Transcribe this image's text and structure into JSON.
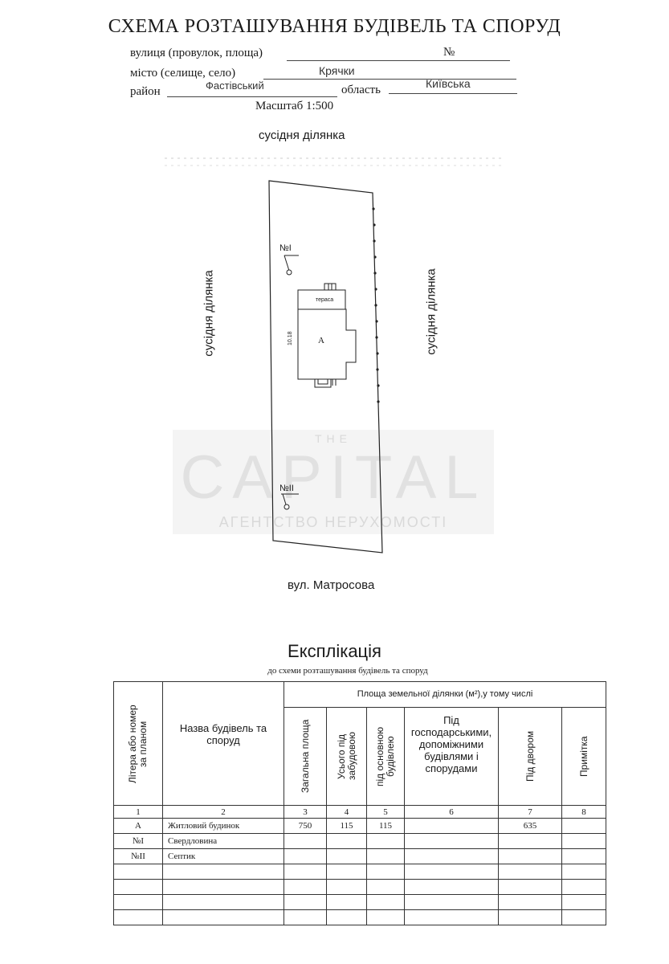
{
  "header": {
    "title": "СХЕМА РОЗТАШУВАННЯ БУДІВЕЛЬ ТА СПОРУД",
    "street_label": "вулиця (провулок, площа)",
    "number_label": "№",
    "city_label": "місто (селище, село)",
    "city_value": "Крячки",
    "district_label": "район",
    "district_value": "Фастівський",
    "region_label": "область",
    "region_value": "Київська",
    "scale": "Масштаб 1:500"
  },
  "plan": {
    "neighbor_top": "сусідня ділянка",
    "neighbor_left": "сусідня ділянка",
    "neighbor_right": "сусідня ділянка",
    "street_bottom": "вул. Матросова",
    "well_label": "№І",
    "septic_label": "№ІІ",
    "building_letter": "А",
    "veranda_label": "тераса"
  },
  "watermark": {
    "line1": "THE",
    "line2": "CAPITAL",
    "line3": "АГЕНТСТВО НЕРУХОМОСТІ"
  },
  "explication": {
    "title": "Експлікація",
    "subtitle": "до схеми розташування будівель та споруд",
    "col_letter": "Літера або номер за планом",
    "col_name": "Назва будівель та споруд",
    "area_header": "Площа   земельної   ділянки (м²),у тому   числі",
    "col_total": "Загальна площа",
    "col_built": "Усього під забудовою",
    "col_main": "під основною будівлею",
    "col_aux": "Під господарськими, допоміжними будівлями і спорудами",
    "col_yard": "Під двором",
    "col_note": "Примітка",
    "col_numbers": [
      "1",
      "2",
      "3",
      "4",
      "5",
      "6",
      "7",
      "8"
    ],
    "rows": [
      {
        "letter": "А",
        "name": "Житловий будинок",
        "total": "750",
        "built": "115",
        "main": "115",
        "aux": "",
        "yard": "635",
        "note": ""
      },
      {
        "letter": "№І",
        "name": "Свердловина",
        "total": "",
        "built": "",
        "main": "",
        "aux": "",
        "yard": "",
        "note": ""
      },
      {
        "letter": "№ІІ",
        "name": "Септик",
        "total": "",
        "built": "",
        "main": "",
        "aux": "",
        "yard": "",
        "note": ""
      },
      {
        "letter": "",
        "name": "",
        "total": "",
        "built": "",
        "main": "",
        "aux": "",
        "yard": "",
        "note": ""
      },
      {
        "letter": "",
        "name": "",
        "total": "",
        "built": "",
        "main": "",
        "aux": "",
        "yard": "",
        "note": ""
      },
      {
        "letter": "",
        "name": "",
        "total": "",
        "built": "",
        "main": "",
        "aux": "",
        "yard": "",
        "note": ""
      },
      {
        "letter": "",
        "name": "",
        "total": "",
        "built": "",
        "main": "",
        "aux": "",
        "yard": "",
        "note": ""
      }
    ]
  }
}
